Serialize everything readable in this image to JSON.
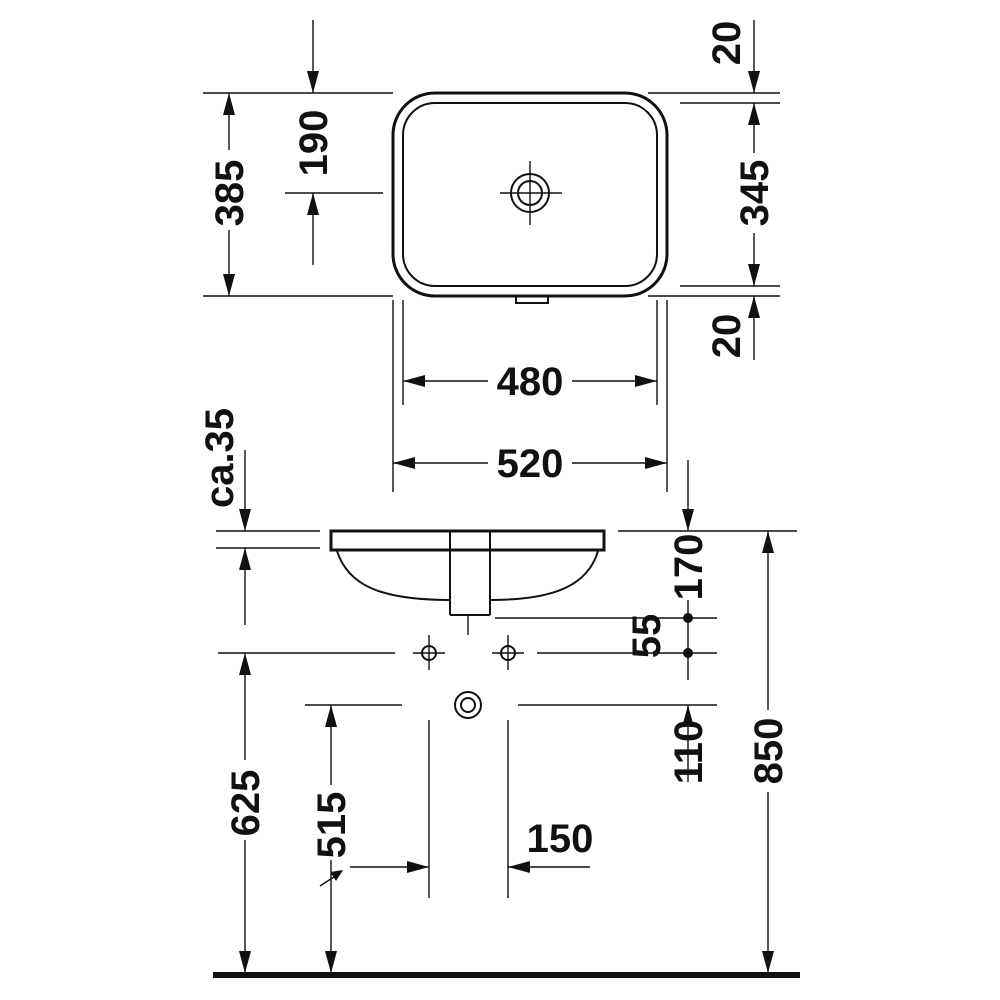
{
  "drawing": {
    "top_view": {
      "overall_depth": "385",
      "drain_offset": "190",
      "inner_depth": "345",
      "rim_top": "20",
      "rim_bottom": "20",
      "inner_width": "480",
      "overall_width": "520"
    },
    "side_view": {
      "rim_height": "ca.35",
      "drain_depth": "170",
      "tap_spacing_v": "55",
      "waste_height": "110",
      "total_height": "850",
      "tap_height": "625",
      "waste_outlet_height": "515",
      "waste_spacing": "150"
    }
  }
}
